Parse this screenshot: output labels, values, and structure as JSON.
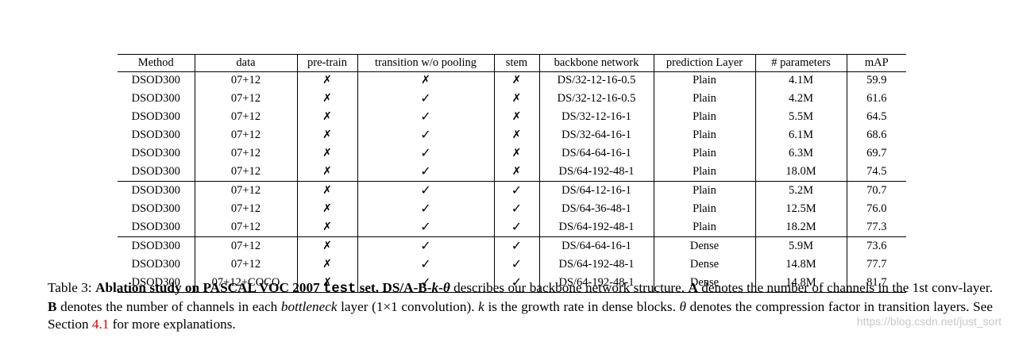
{
  "table": {
    "headers": [
      "Method",
      "data",
      "pre-train",
      "transition w/o pooling",
      "stem",
      "backbone network",
      "prediction Layer",
      "# parameters",
      "mAP"
    ],
    "rows": [
      [
        "DSOD300",
        "07+12",
        "x",
        "x",
        "x",
        "DS/32-12-16-0.5",
        "Plain",
        "4.1M",
        "59.9"
      ],
      [
        "DSOD300",
        "07+12",
        "x",
        "check",
        "x",
        "DS/32-12-16-0.5",
        "Plain",
        "4.2M",
        "61.6"
      ],
      [
        "DSOD300",
        "07+12",
        "x",
        "check",
        "x",
        "DS/32-12-16-1",
        "Plain",
        "5.5M",
        "64.5"
      ],
      [
        "DSOD300",
        "07+12",
        "x",
        "check",
        "x",
        "DS/32-64-16-1",
        "Plain",
        "6.1M",
        "68.6"
      ],
      [
        "DSOD300",
        "07+12",
        "x",
        "check",
        "x",
        "DS/64-64-16-1",
        "Plain",
        "6.3M",
        "69.7"
      ],
      [
        "DSOD300",
        "07+12",
        "x",
        "check",
        "x",
        "DS/64-192-48-1",
        "Plain",
        "18.0M",
        "74.5"
      ],
      [
        "DSOD300",
        "07+12",
        "x",
        "check",
        "check",
        "DS/64-12-16-1",
        "Plain",
        "5.2M",
        "70.7"
      ],
      [
        "DSOD300",
        "07+12",
        "x",
        "check",
        "check",
        "DS/64-36-48-1",
        "Plain",
        "12.5M",
        "76.0"
      ],
      [
        "DSOD300",
        "07+12",
        "x",
        "check",
        "check",
        "DS/64-192-48-1",
        "Plain",
        "18.2M",
        "77.3"
      ],
      [
        "DSOD300",
        "07+12",
        "x",
        "check",
        "check",
        "DS/64-64-16-1",
        "Dense",
        "5.9M",
        "73.6"
      ],
      [
        "DSOD300",
        "07+12",
        "x",
        "check",
        "check",
        "DS/64-192-48-1",
        "Dense",
        "14.8M",
        "77.7"
      ],
      [
        "DSOD300",
        "07+12+COCO",
        "x",
        "check",
        "check",
        "DS/64-192-48-1",
        "Dense",
        "14.8M",
        "81.7"
      ]
    ],
    "group_starts": [
      6,
      9
    ],
    "symbols": {
      "x": "✗",
      "check": "✓"
    }
  },
  "caption": {
    "prefix": "Table 3: ",
    "bold_title": "Ablation study on PASCAL VOC 2007 ",
    "bold_mono": "test",
    "bold_title_end": " set.",
    "bold_ds": " DS/A-B-",
    "k": "k",
    "dash": "-",
    "theta": "θ",
    "desc1": " describes our backbone network structure. ",
    "A": "A",
    "desc2": " denotes the number of channels in the 1st conv-layer. ",
    "B": "B",
    "desc3": " denotes the number of channels in each ",
    "bottleneck": "bottleneck",
    "desc4": " layer (1×1 convolution). ",
    "k2": "k",
    "desc5": " is the growth rate in dense blocks. ",
    "theta2": "θ",
    "desc6": " denotes the compression factor in transition layers. See Section ",
    "section_ref": "4.1",
    "desc7": " for more explanations."
  },
  "watermark": "https://blog.csdn.net/just_sort"
}
